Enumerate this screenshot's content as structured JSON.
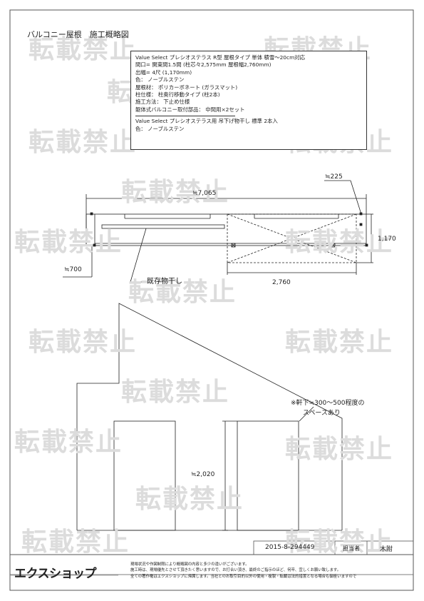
{
  "title": "バルコニー屋根　施工概略図",
  "spec": {
    "lines_1": [
      "Value Select プレシオステラス R型 屋根タイプ 単体 積雪～20cm対応",
      "間口= 関東間1.5間 (柱芯々2,575mm 屋根幅2,760mm)",
      "出幅= 4尺 (1,170mm)",
      "色： ノーブルステン",
      "屋根材： ポリカーボネート (ガラスマット)",
      "柱仕様： 柱奥行移動タイプ (柱2本)",
      "施工方法： 下止め仕様",
      "躯体式バルコニー取付部品： 中間用×2セット"
    ],
    "lines_2": [
      "Value Select プレシオステラス用 吊下げ物干し 標準 2本入",
      "色： ノーブルステン"
    ]
  },
  "dimensions": {
    "width_total": "≒7,065",
    "offset_right": "≒225",
    "depth": "1,170",
    "offset_left": "≒700",
    "roof_width": "2,760",
    "height": "≒2,020"
  },
  "labels": {
    "existing_clothesline": "既存物干し",
    "eave_note_1": "※軒下≒300～500程度の",
    "eave_note_2": "スペースあり"
  },
  "footer": {
    "doc_number": "2015-8-294449",
    "person_label": "担当者",
    "person_name": "木附",
    "logo_text": "エクスショップ",
    "notes": [
      "現場状況や作図制限により概略図の内容と多少の違いがございます。",
      "施工時は、現場優先とさせて頂きたく思いますので、お打合い頂き、最終のご指示のほど、何卒、宜しくお願い致します。",
      "全ての著作権はエクスショップに帰属します。当社とのお取引目的以外の使用・複製・転載は法的措置となる場合も御座いますので"
    ]
  },
  "watermark": "転載禁止"
}
